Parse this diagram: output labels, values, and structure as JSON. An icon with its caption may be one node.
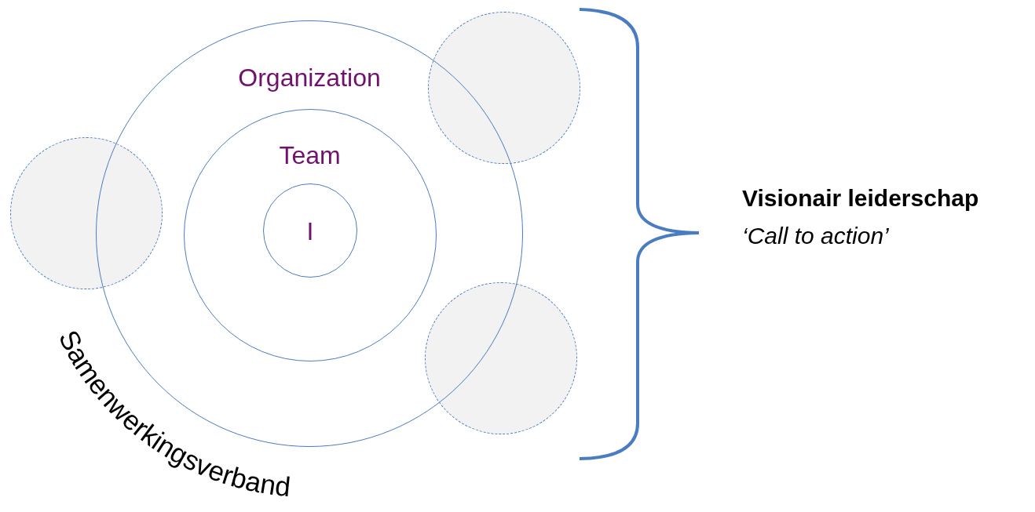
{
  "diagram": {
    "nodes": [
      {
        "text": [
          "Organization"
        ]
      },
      {
        "text": [
          "Team"
        ],
        "in": 0
      },
      {
        "text": [
          "I"
        ],
        "in": 1
      },
      {
        "text": [],
        "shape": "circle"
      },
      {
        "text": [],
        "shape": "circle"
      },
      {
        "text": [],
        "shape": "circle"
      }
    ],
    "labels": [
      "Samenwerkingsverband",
      "Visionair leiderschap",
      "‘Call to action’"
    ]
  }
}
